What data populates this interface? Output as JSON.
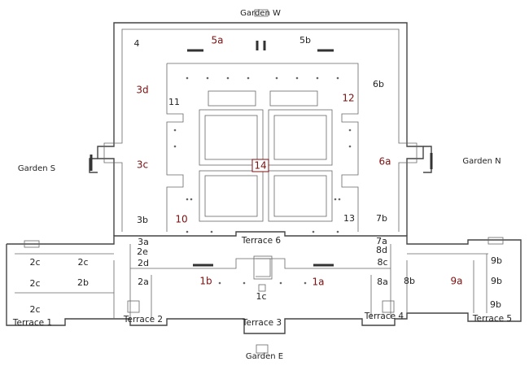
{
  "gardens": {
    "west": "Garden W",
    "south": "Garden S",
    "north": "Garden N",
    "east": "Garden E"
  },
  "terraces": {
    "t1": "Terrace 1",
    "t2": "Terrace 2",
    "t3": "Terrace 3",
    "t4": "Terrace 4",
    "t5": "Terrace 5",
    "t6": "Terrace 6"
  },
  "rooms": {
    "r4": "4",
    "r5a": "5a",
    "r5b": "5b",
    "r6b": "6b",
    "r3d": "3d",
    "r11": "11",
    "r12": "12",
    "r3c": "3c",
    "r14": "14",
    "r6a": "6a",
    "r3b": "3b",
    "r10": "10",
    "r13": "13",
    "r7b": "7b",
    "r3a": "3a",
    "r2e": "2e",
    "r7a": "7a",
    "r8d": "8d",
    "r2c_1": "2c",
    "r2c_2": "2c",
    "r2d": "2d",
    "r8c": "8c",
    "r9b_1": "9b",
    "r2c_3": "2c",
    "r2b": "2b",
    "r2a": "2a",
    "r1b": "1b",
    "r1a": "1a",
    "r8a": "8a",
    "r8b": "8b",
    "r9a": "9a",
    "r9b_2": "9b",
    "r1c": "1c",
    "r2c_4": "2c",
    "r9b_3": "9b"
  },
  "colors": {
    "accent_label": "#7a1010",
    "wall": "#444444"
  }
}
